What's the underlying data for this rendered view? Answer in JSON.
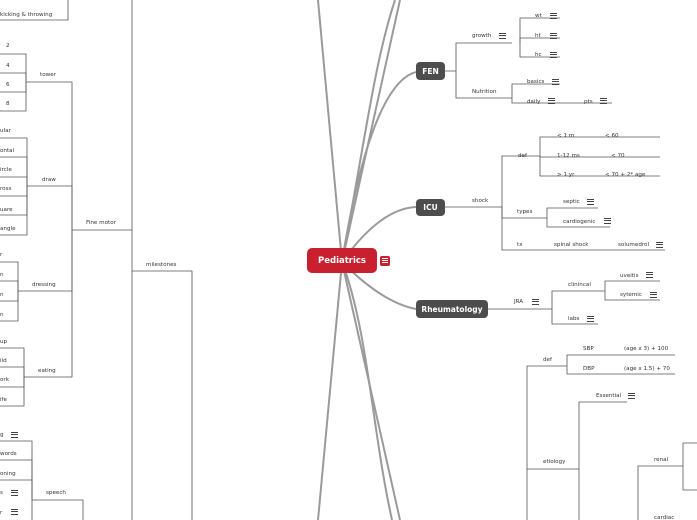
{
  "root": {
    "label": "Pediatrics"
  },
  "branches": {
    "fen": "FEN",
    "icu": "ICU",
    "rheum": "Rheumatology"
  },
  "fen": {
    "growth": "growth",
    "wt": "wt",
    "ht": "ht",
    "hc": "hc",
    "nutrition": "Nutrition",
    "basics": "basics",
    "daily": "daily",
    "pts": "pts"
  },
  "icu": {
    "shock": "shock",
    "def": "def",
    "lt1m": "< 1 m",
    "lt60": "< 60",
    "m1_12": "1-12 ms",
    "lt70": "< 70",
    "gt1yr": "> 1 yr",
    "lt70age": "< 70 + 2* age",
    "types": "types",
    "septic": "septic",
    "cardiogenic": "cardiogenic",
    "tx": "tx",
    "spinal_shock": "spinal shock",
    "solumedrol": "solumedrol"
  },
  "rheum": {
    "jra": "JRA",
    "clinical": "clinincal",
    "uveitis": "uveitis",
    "sytemic": "sytemic",
    "labs": "labs"
  },
  "htn": {
    "def": "def",
    "sbp": "SBP",
    "sbp_formula": "(age x 3) + 100",
    "dbp": "DBP",
    "dbp_formula": "(age x 1.5) + 70",
    "etiology": "etiology",
    "essential": "Essential",
    "renal": "renal",
    "cardiac": "cardiac"
  },
  "milestones": {
    "label": "milestones",
    "fine_motor": "Fine motor",
    "kicking": "kicking & throwing",
    "tower": "tower",
    "t2": "2",
    "t4": "4",
    "t6": "6",
    "t8": "8",
    "draw": "draw",
    "d1": "ular",
    "d2": "ontal",
    "d3": "ircle",
    "d4": "ross",
    "d5": "uare",
    "d6": "angle",
    "dressing": "dressing",
    "dr1": "r",
    "dr2": "n",
    "dr3": "n",
    "dr4": "n",
    "eating": "eating",
    "e1": "up",
    "e2": "ild",
    "e3": "ork",
    "e4": "ife",
    "speech": "speech",
    "s1": "g",
    "s2": "words",
    "s3": "oning",
    "s4": "s",
    "s5": "r"
  }
}
